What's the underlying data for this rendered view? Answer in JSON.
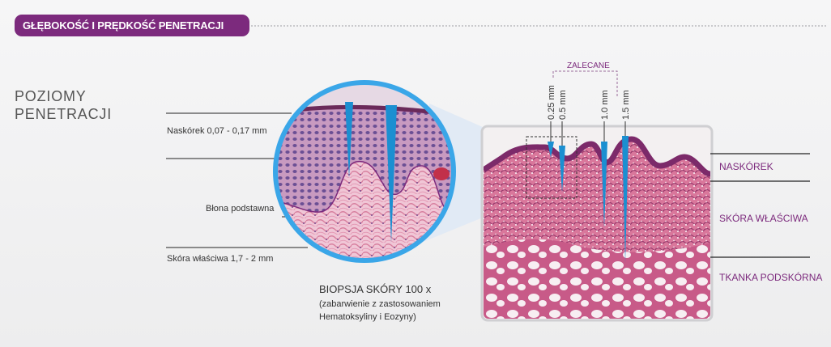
{
  "header": {
    "title": "GŁĘBOKOŚĆ I PRĘDKOŚĆ PENETRACJI"
  },
  "levels": {
    "title_line1": "POZIOMY",
    "title_line2": "PENETRACJI"
  },
  "left_labels": {
    "epidermis": "Naskórek 0,07 - 0,17 mm",
    "basement": "Błona podstawna",
    "dermis": "Skóra właściwa 1,7 - 2 mm"
  },
  "caption": {
    "title": "BIOPSJA SKÓRY 100 x",
    "line1": "(zabarwienie z zastosowaniem",
    "line2": "Hematoksyliny i Eozyny)"
  },
  "recommended": {
    "label": "ZALECANE"
  },
  "needles": [
    "0.25 mm",
    "0.5 mm",
    "1.0 mm",
    "1.5 mm"
  ],
  "right_labels": {
    "epidermis": "NASKÓREK",
    "dermis": "SKÓRA WŁAŚCIWA",
    "subcutis": "TKANKA PODSKÓRNA"
  },
  "colors": {
    "brand_purple": "#7c2a7d",
    "needle_blue": "#1b8fd1",
    "tissue_pink": "#e9b6c8",
    "tissue_dark": "#8a3e6a"
  }
}
